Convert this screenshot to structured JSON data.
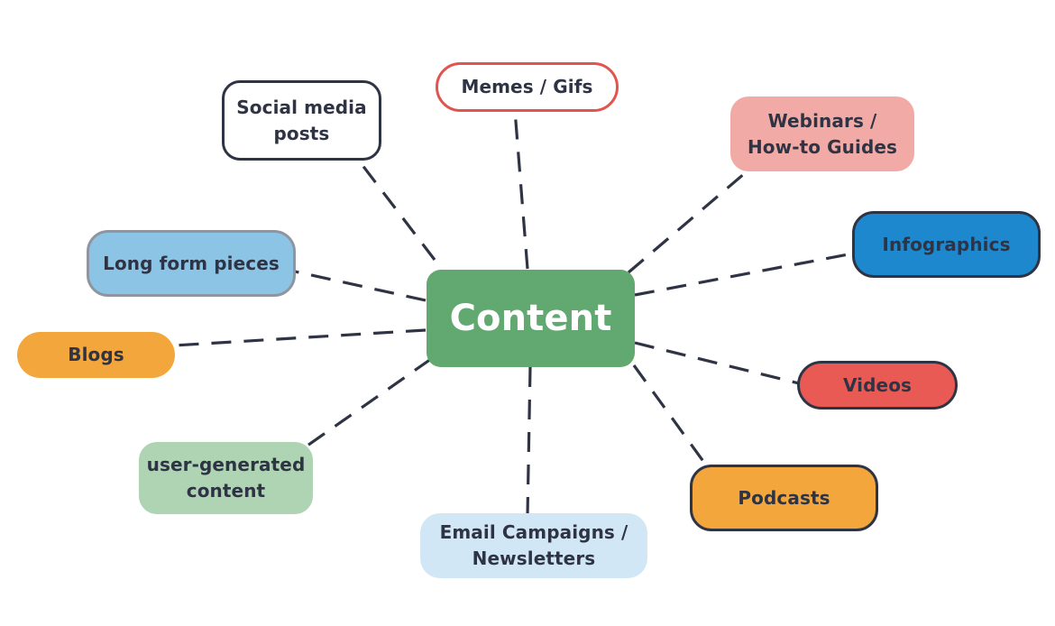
{
  "diagram": {
    "type": "mind-map",
    "connector_style": "dashed",
    "connector_color": "#2f3445",
    "center": {
      "label": "Content",
      "fill": "#62a971",
      "text_color": "#ffffff"
    },
    "nodes": [
      {
        "id": "social-media-posts",
        "label": "Social media\nposts",
        "fill": "#ffffff",
        "border": "#2f3445"
      },
      {
        "id": "memes-gifs",
        "label": "Memes / Gifs",
        "fill": "#ffffff",
        "border": "#e0554f"
      },
      {
        "id": "webinars-how-to-guides",
        "label": "Webinars /\nHow-to Guides",
        "fill": "#f2aaa6",
        "border": ""
      },
      {
        "id": "infographics",
        "label": "Infographics",
        "fill": "#1e88cf",
        "border": "#2f3445"
      },
      {
        "id": "long-form-pieces",
        "label": "Long form pieces",
        "fill": "#8cc4e6",
        "border": "#8f96a1"
      },
      {
        "id": "blogs",
        "label": "Blogs",
        "fill": "#f2a63c",
        "border": ""
      },
      {
        "id": "videos",
        "label": "Videos",
        "fill": "#ea5a54",
        "border": "#2f3445"
      },
      {
        "id": "user-generated-content",
        "label": "user-generated\ncontent",
        "fill": "#aed4b4",
        "border": ""
      },
      {
        "id": "email-campaigns-newsletters",
        "label": "Email Campaigns /\nNewsletters",
        "fill": "#d2e7f5",
        "border": ""
      },
      {
        "id": "podcasts",
        "label": "Podcasts",
        "fill": "#f2a63c",
        "border": "#2f3445"
      }
    ],
    "edges": [
      {
        "from": "Content",
        "to": "Social media posts"
      },
      {
        "from": "Content",
        "to": "Memes / Gifs"
      },
      {
        "from": "Content",
        "to": "Webinars / How-to Guides"
      },
      {
        "from": "Content",
        "to": "Infographics"
      },
      {
        "from": "Content",
        "to": "Long form pieces"
      },
      {
        "from": "Content",
        "to": "Blogs"
      },
      {
        "from": "Content",
        "to": "Videos"
      },
      {
        "from": "Content",
        "to": "user-generated content"
      },
      {
        "from": "Content",
        "to": "Email Campaigns / Newsletters"
      },
      {
        "from": "Content",
        "to": "Podcasts"
      }
    ]
  }
}
